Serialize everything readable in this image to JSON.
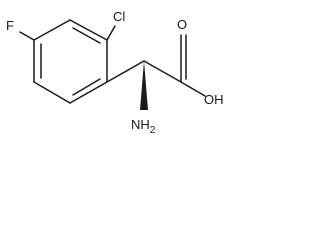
{
  "molecule": {
    "atoms": {
      "fluorine": "F",
      "chlorine": "Cl",
      "hydroxyl": "OH",
      "carbonyl_oxygen": "O",
      "amine": "NH2"
    },
    "amine_main": "NH",
    "amine_subscript": "2"
  }
}
